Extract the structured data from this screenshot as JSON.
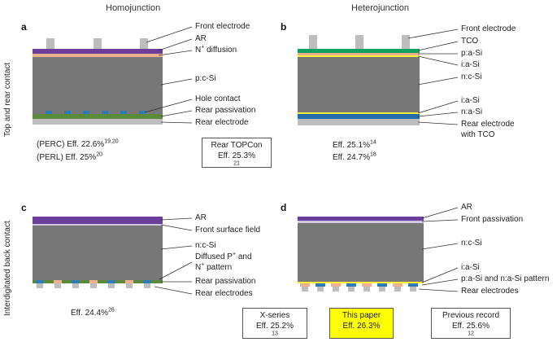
{
  "headers": {
    "homojunction": "Homojunction",
    "heterojunction": "Heterojunction"
  },
  "row_labels": {
    "top": "Top and rear contact",
    "bottom": "Interdigitated back contact"
  },
  "panels": {
    "a": {
      "letter": "a",
      "labels": [
        "Front electrode",
        "AR",
        "N",
        "p:c-Si",
        "Hole contact",
        "Rear passivation",
        "Rear electrode"
      ],
      "n_label_sup": "+",
      "n_label_rest": " diffusion",
      "eff_perc_text": "(PERC) Eff. 22.6%",
      "eff_perc_ref": "19,20",
      "eff_perl_text": "(PERL) Eff. 25%",
      "eff_perl_ref": "20",
      "box_line1": "Rear TOPCon",
      "box_line2": "Eff. 25.3%",
      "box_ref": "21"
    },
    "b": {
      "letter": "b",
      "labels": [
        "Front electrode",
        "TCO",
        "p:a-Si",
        "i:a-Si",
        "n:c-Si",
        "i:a-Si",
        "n:a-Si",
        "Rear electrode",
        "with TCO"
      ],
      "eff1_text": "Eff. 25.1%",
      "eff1_ref": "14",
      "eff2_text": "Eff. 24.7%",
      "eff2_ref": "18"
    },
    "c": {
      "letter": "c",
      "labels": [
        "AR",
        "Front surface field",
        "n:c-Si",
        "Diffused P",
        "N",
        "Rear passivation",
        "Rear electrodes"
      ],
      "p_sup": "+",
      "p_rest": " and",
      "n_sup": "+",
      "n_rest": " pattern",
      "eff_text": "Eff. 24.4%",
      "eff_ref": "26"
    },
    "d": {
      "letter": "d",
      "labels": [
        "AR",
        "Front passivation",
        "n:c-Si",
        "i:a-Si",
        "p:a-Si and n:a-Si pattern",
        "Rear electrodes"
      ]
    }
  },
  "bottom_boxes": {
    "xseries_line1": "X-series",
    "xseries_line2": "Eff. 25.2%",
    "xseries_ref": "13",
    "thispaper_line1": "This paper",
    "thispaper_line2": "Eff. 26.3%",
    "previous_line1": "Previous record",
    "previous_line2": "Eff. 25.6%",
    "previous_ref": "12"
  },
  "colors": {
    "silicon": "#777777",
    "purple": "#6a3e9a",
    "peach": "#efb08f",
    "green": "#12a05e",
    "yellow": "#ffef3a",
    "blue": "#1f6eaa",
    "electrode": "#bdbdbd",
    "rear_green": "#5a8a3a",
    "rear_blue": "#2f7bb5",
    "highlight": "#ffff00"
  }
}
